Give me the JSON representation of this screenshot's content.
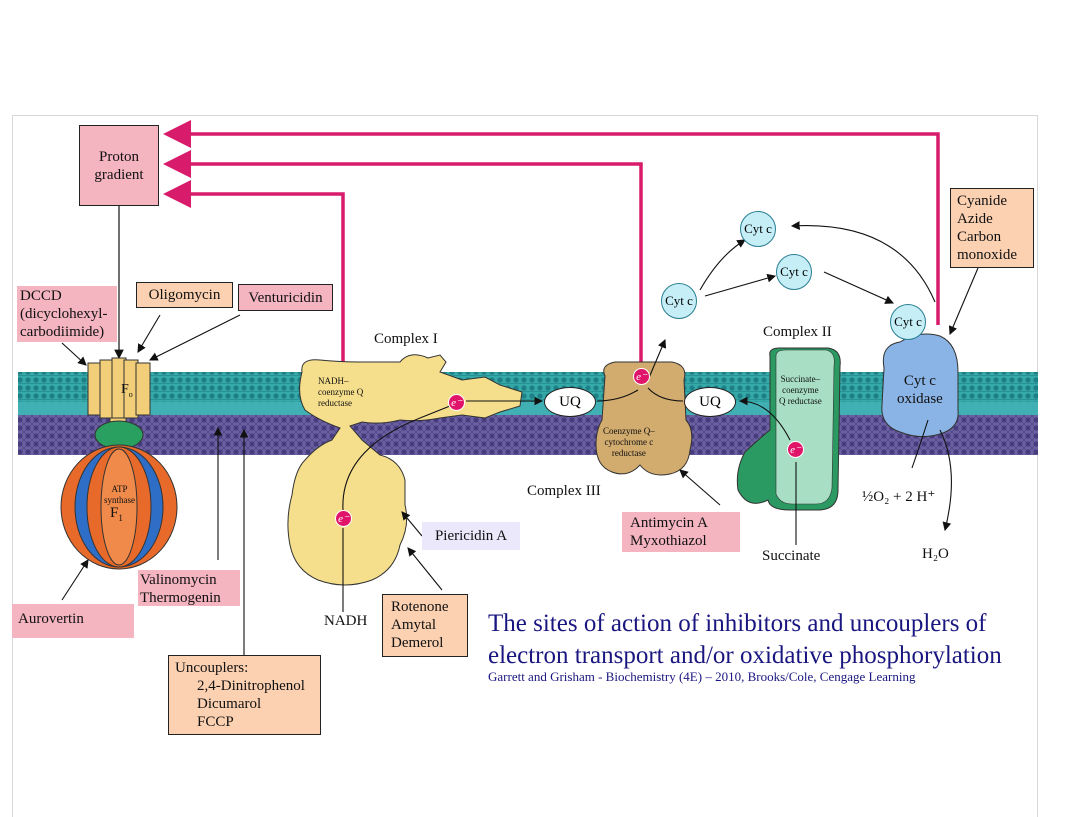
{
  "proton_gradient": "Proton\ngradient",
  "inhibitors": {
    "dccd": "DCCD\n(dicyclohexyl-\ncarbodiimide)",
    "oligomycin": "Oligomycin",
    "venturicidin": "Venturicidin",
    "aurovertin": "Aurovertin",
    "valinomycin": "Valinomycin\nThermogenin",
    "uncouplers_title": "Uncouplers:",
    "uncouplers_list": "2,4-Dinitrophenol\nDicumarol\nFCCP",
    "rotenone": "Rotenone\nAmytal\nDemerol",
    "piericidin": "Piericidin A",
    "antimycin": "Antimycin A\nMyxothiazol",
    "cyanide": "Cyanide\nAzide\nCarbon\nmonoxide"
  },
  "complexes": {
    "complex_i": "Complex I",
    "complex_i_inner": "NADH–\ncoenzyme Q\nreductase",
    "complex_ii": "Complex II",
    "complex_ii_inner": "Succinate–\ncoenzyme\nQ reductase",
    "complex_iii": "Complex III",
    "complex_iii_inner": "Coenzyme Q–\ncytochrome c\nreductase",
    "cyt_oxidase": "Cyt c\noxidase",
    "atp_synthase": "ATP\nsynthase",
    "f1": "F",
    "f1_sub": "1",
    "fo": "F",
    "fo_sub": "o"
  },
  "carriers": {
    "uq1": "UQ",
    "uq2": "UQ",
    "cyt_c": "Cyt c",
    "e_minus": "e⁻"
  },
  "substrates": {
    "nadh": "NADH",
    "succinate": "Succinate",
    "o2": "½O₂ + 2 H⁺",
    "h2o": "H₂O"
  },
  "caption": {
    "line1": "The sites of action of inhibitors and uncouplers of",
    "line2": "electron transport and/or oxidative phosphorylation",
    "credit": "Garrett and Grisham - Biochemistry (4E) – 2010, Brooks/Cole, Cengage Learning"
  },
  "colors": {
    "proton_arrow": "#d81b6a",
    "membrane_outer": "#2a9da2",
    "membrane_inner": "#5b4f8e",
    "complex_i": "#f6df8c",
    "complex_iii": "#d2ab6e",
    "complex_ii": "#a8dfc4",
    "cyt_oxidase": "#8ab4e6",
    "caption": "#1a1680"
  }
}
